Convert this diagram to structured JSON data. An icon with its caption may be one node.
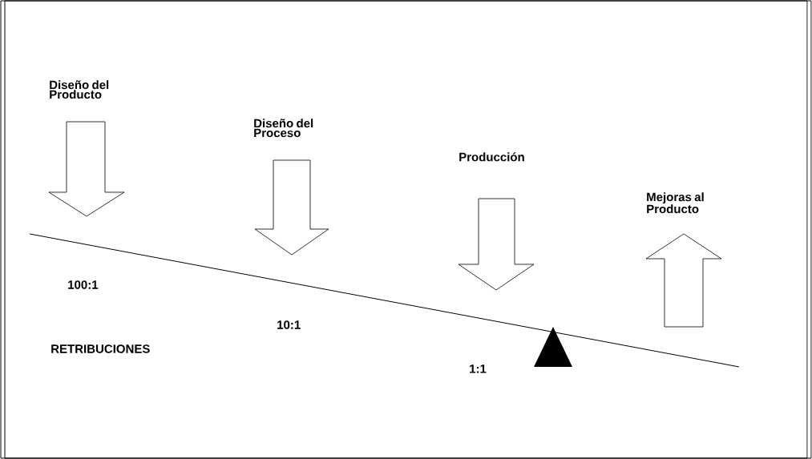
{
  "diagram": {
    "nodes": [
      {
        "text": [
          "Diseño del Producto"
        ]
      },
      {
        "text": [
          "Diseño del Proceso"
        ]
      },
      {
        "text": [
          "Producción"
        ]
      },
      {
        "text": [
          "Mejoras al Producto"
        ]
      }
    ],
    "labels": [
      "100:1",
      "10:1",
      "RETRIBUCIONES",
      "1:1"
    ]
  }
}
